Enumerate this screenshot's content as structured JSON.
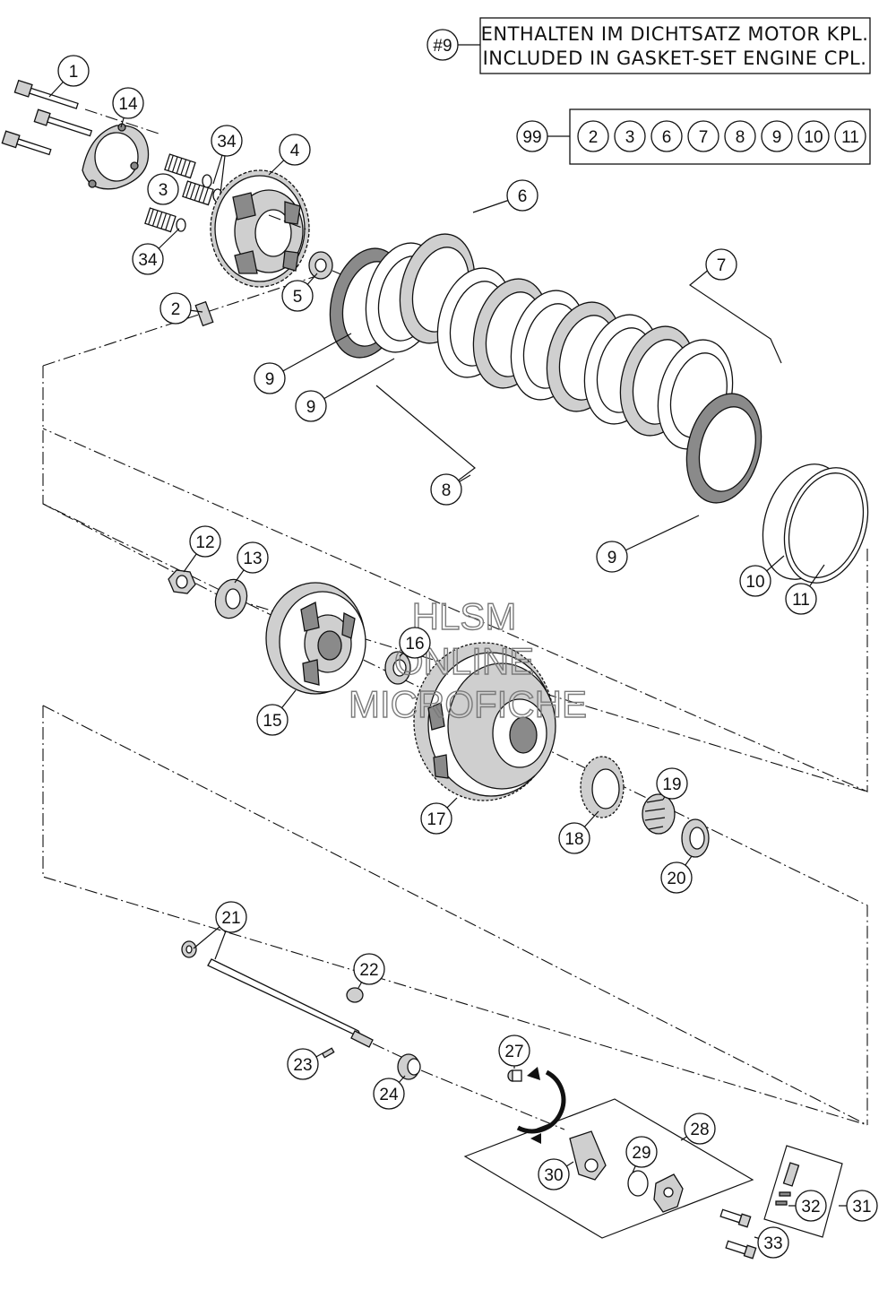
{
  "note": {
    "ref_label": "#9",
    "line1": "ENTHALTEN IM DICHTSATZ MOTOR KPL.",
    "line2": "INCLUDED IN GASKET-SET ENGINE CPL."
  },
  "set99": {
    "label": "99",
    "items": [
      "2",
      "3",
      "6",
      "7",
      "8",
      "9",
      "10",
      "11"
    ]
  },
  "watermark": {
    "line1": "HLSM",
    "line2": "ONLINE",
    "line3": "MICROFICHE"
  },
  "callouts": [
    {
      "id": "c1",
      "label": "1"
    },
    {
      "id": "c14",
      "label": "14"
    },
    {
      "id": "c34a",
      "label": "34"
    },
    {
      "id": "c4",
      "label": "4"
    },
    {
      "id": "c3",
      "label": "3"
    },
    {
      "id": "c34b",
      "label": "34"
    },
    {
      "id": "c2",
      "label": "2"
    },
    {
      "id": "c5",
      "label": "5"
    },
    {
      "id": "c6",
      "label": "6"
    },
    {
      "id": "c7",
      "label": "7"
    },
    {
      "id": "c9a",
      "label": "9"
    },
    {
      "id": "c9b",
      "label": "9"
    },
    {
      "id": "c8",
      "label": "8"
    },
    {
      "id": "c9c",
      "label": "9"
    },
    {
      "id": "c10",
      "label": "10"
    },
    {
      "id": "c11",
      "label": "11"
    },
    {
      "id": "c12",
      "label": "12"
    },
    {
      "id": "c13",
      "label": "13"
    },
    {
      "id": "c16",
      "label": "16"
    },
    {
      "id": "c15",
      "label": "15"
    },
    {
      "id": "c17",
      "label": "17"
    },
    {
      "id": "c19",
      "label": "19"
    },
    {
      "id": "c18",
      "label": "18"
    },
    {
      "id": "c20",
      "label": "20"
    },
    {
      "id": "c21",
      "label": "21"
    },
    {
      "id": "c22",
      "label": "22"
    },
    {
      "id": "c23",
      "label": "23"
    },
    {
      "id": "c24",
      "label": "24"
    },
    {
      "id": "c27",
      "label": "27"
    },
    {
      "id": "c28",
      "label": "28"
    },
    {
      "id": "c29",
      "label": "29"
    },
    {
      "id": "c30",
      "label": "30"
    },
    {
      "id": "c32",
      "label": "32"
    },
    {
      "id": "c31",
      "label": "31"
    },
    {
      "id": "c33",
      "label": "33"
    }
  ]
}
